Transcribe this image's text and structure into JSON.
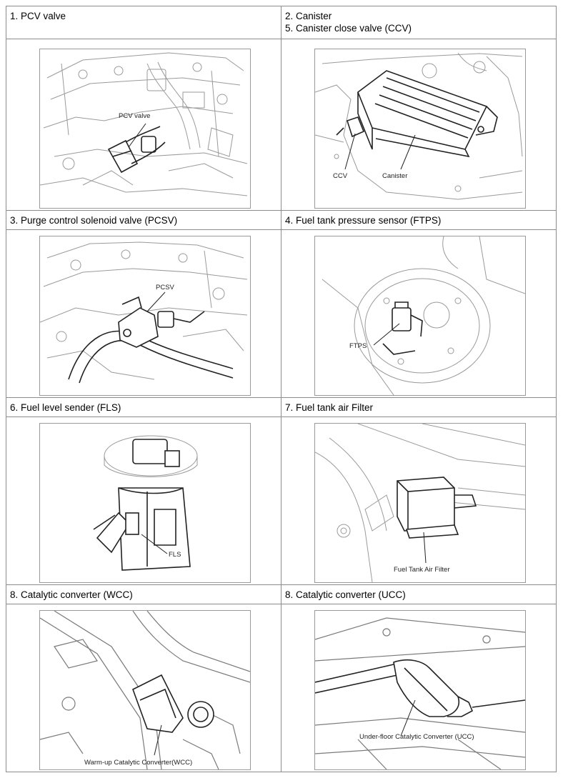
{
  "cells": [
    {
      "heading": [
        "1. PCV valve"
      ],
      "callouts": [
        "PCV valve"
      ]
    },
    {
      "heading": [
        "2. Canister",
        "5. Canister close valve (CCV)"
      ],
      "callouts": [
        "CCV",
        "Canister"
      ]
    },
    {
      "heading": [
        "3. Purge control solenoid valve (PCSV)"
      ],
      "callouts": [
        "PCSV"
      ]
    },
    {
      "heading": [
        "4. Fuel tank pressure sensor (FTPS)"
      ],
      "callouts": [
        "FTPS"
      ]
    },
    {
      "heading": [
        "6. Fuel level sender (FLS)"
      ],
      "callouts": [
        "FLS"
      ]
    },
    {
      "heading": [
        "7. Fuel tank air Filter"
      ],
      "callouts": [
        "Fuel Tank Air Filter"
      ]
    },
    {
      "heading": [
        "8. Catalytic converter (WCC)"
      ],
      "callouts": [
        "Warm-up Catalytic Converter(WCC)"
      ]
    },
    {
      "heading": [
        "8. Catalytic converter (UCC)"
      ],
      "callouts": [
        "Under-floor Catalytic Converter (UCC)"
      ]
    }
  ]
}
